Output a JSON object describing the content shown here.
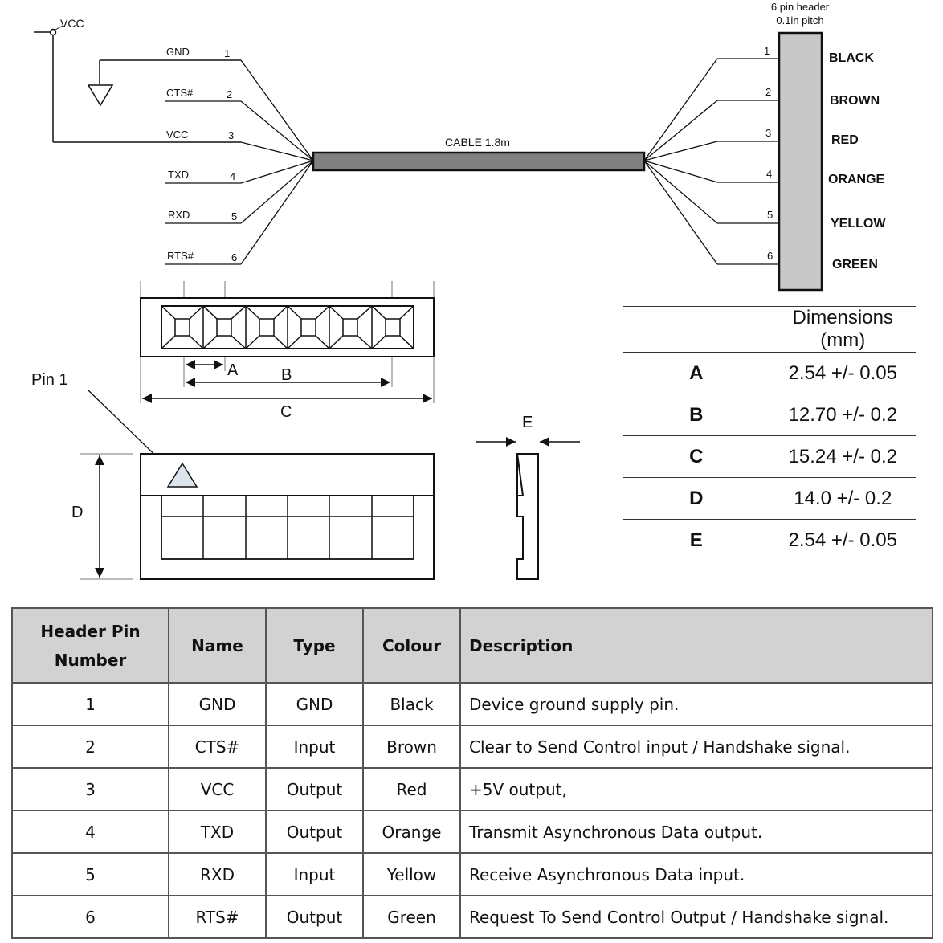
{
  "schematic": {
    "vcc_label": "VCC",
    "cable_label": "CABLE 1.8m",
    "header_title_1": "6 pin header",
    "header_title_2": "0.1in pitch",
    "left_pins": [
      {
        "name": "GND",
        "num": "1"
      },
      {
        "name": "CTS#",
        "num": "2"
      },
      {
        "name": "VCC",
        "num": "3"
      },
      {
        "name": "TXD",
        "num": "4"
      },
      {
        "name": "RXD",
        "num": "5"
      },
      {
        "name": "RTS#",
        "num": "6"
      }
    ],
    "right_pins": [
      {
        "num": "1",
        "color_label": "BLACK",
        "color": "#111111"
      },
      {
        "num": "2",
        "color_label": "BROWN",
        "color": "#8b3a12"
      },
      {
        "num": "3",
        "color_label": "RED",
        "color": "#e01818"
      },
      {
        "num": "4",
        "color_label": "ORANGE",
        "color": "#f0a020"
      },
      {
        "num": "5",
        "color_label": "YELLOW",
        "color": "#f2d21a"
      },
      {
        "num": "6",
        "color_label": "GREEN",
        "color": "#22dd22"
      }
    ],
    "cable_fill": "#808080",
    "header_fill": "#c8c8c8"
  },
  "mechanical": {
    "label_a": "A",
    "label_b": "B",
    "label_c": "C",
    "label_d": "D",
    "label_e": "E",
    "pin1_label": "Pin 1",
    "pin1_marker_fill": "#dde4ee"
  },
  "dimensions_table": {
    "header": "Dimensions (mm)",
    "rows": [
      {
        "label": "A",
        "value": "2.54 +/- 0.05"
      },
      {
        "label": "B",
        "value": "12.70 +/- 0.2"
      },
      {
        "label": "C",
        "value": "15.24 +/- 0.2"
      },
      {
        "label": "D",
        "value": "14.0 +/- 0.2"
      },
      {
        "label": "E",
        "value": "2.54 +/- 0.05"
      }
    ]
  },
  "pin_table": {
    "headers": {
      "number_line1": "Header Pin",
      "number_line2": "Number",
      "name": "Name",
      "type": "Type",
      "colour": "Colour",
      "description": "Description"
    },
    "rows": [
      {
        "number": "1",
        "name": "GND",
        "type": "GND",
        "colour": "Black",
        "description": "Device ground supply pin."
      },
      {
        "number": "2",
        "name": "CTS#",
        "type": "Input",
        "colour": "Brown",
        "description": "Clear to Send Control input / Handshake signal."
      },
      {
        "number": "3",
        "name": "VCC",
        "type": "Output",
        "colour": "Red",
        "description": "+5V output,"
      },
      {
        "number": "4",
        "name": "TXD",
        "type": "Output",
        "colour": "Orange",
        "description": "Transmit Asynchronous Data output."
      },
      {
        "number": "5",
        "name": "RXD",
        "type": "Input",
        "colour": "Yellow",
        "description": "Receive Asynchronous Data input."
      },
      {
        "number": "6",
        "name": "RTS#",
        "type": "Output",
        "colour": "Green",
        "description": "Request To Send Control Output / Handshake signal."
      }
    ]
  }
}
